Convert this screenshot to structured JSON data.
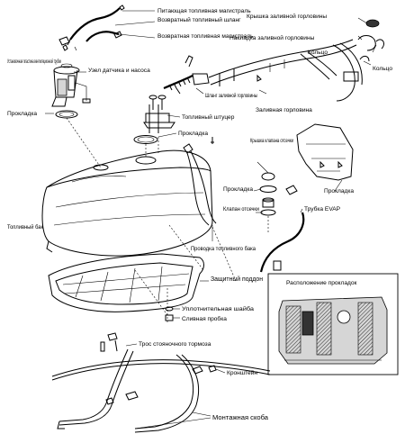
{
  "labels": {
    "feed_line": "Питающая топливная магистраль",
    "return_hose": "Возвратный топливный шланг",
    "return_line": "Возвратная топливная магистраль",
    "vent_plate": "Установочная пластина вентиляционной трубки",
    "sender_pump": "Узел датчика и насоса",
    "gasket_left": "Прокладка",
    "filler_hose": "Шланг заливной горловины",
    "fuel_fitting": "Топливный штуцер",
    "gasket_mid": "Прокладка",
    "filler_neck": "Заливная горловина",
    "filler_cap": "Крышка заливной горловины",
    "filler_pad": "Накладка заливной горловины",
    "ring_a": "Кольцо",
    "ring_b": "Кольцо",
    "valve_cover": "Крышка клапана отсечки",
    "gasket_valve": "Прокладка",
    "gasket_right": "Прокладка",
    "cutoff_valve": "Клапан отсечки",
    "evap_tube": "Трубка EVAP",
    "fuel_tank": "Топливный бак",
    "tank_wiring": "Проводка топливного бака",
    "protector": "Защитный поддон",
    "seal_washer": "Уплотнительная шайба",
    "drain_plug": "Сливная пробка",
    "brake_cable": "Трос стояночного тормоза",
    "bracket": "Кронштейн",
    "mount_strap": "Монтажная скоба",
    "gasket_layout": "Расположение прокладок"
  }
}
